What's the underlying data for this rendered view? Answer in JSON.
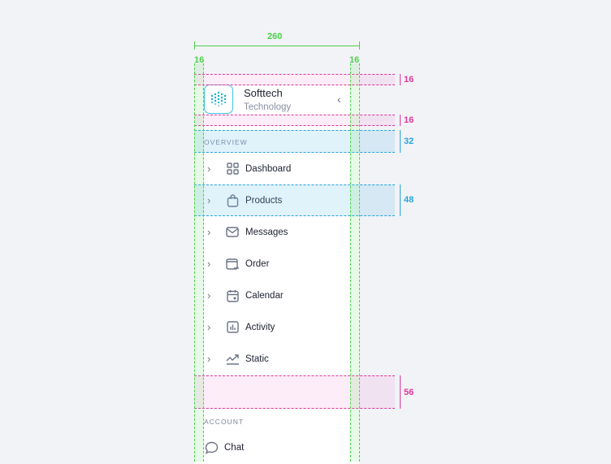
{
  "brand": {
    "name": "Softtech",
    "subtitle": "Technology",
    "logo": "dot-grid-logo",
    "accent": "#19a9c9"
  },
  "sections": {
    "overview": "OVERVIEW",
    "account": "ACCOUNT"
  },
  "menu": [
    {
      "label": "Dashboard",
      "icon": "grid-icon"
    },
    {
      "label": "Products",
      "icon": "bag-icon"
    },
    {
      "label": "Messages",
      "icon": "mail-icon"
    },
    {
      "label": "Order",
      "icon": "wallet-icon"
    },
    {
      "label": "Calendar",
      "icon": "calendar-icon"
    },
    {
      "label": "Activity",
      "icon": "chart-icon"
    },
    {
      "label": "Static",
      "icon": "trend-icon"
    }
  ],
  "account_menu": [
    {
      "label": "Chat",
      "icon": "chat-icon"
    }
  ],
  "annotations": {
    "width": "260",
    "pad_left": "16",
    "pad_right": "16",
    "top": "16",
    "below_header": "16",
    "section": "32",
    "item": "48",
    "gap": "56"
  },
  "colors": {
    "spacing_green": "#4ad24a",
    "margin_pink": "#e0379a",
    "size_blue": "#2aa5dc"
  }
}
